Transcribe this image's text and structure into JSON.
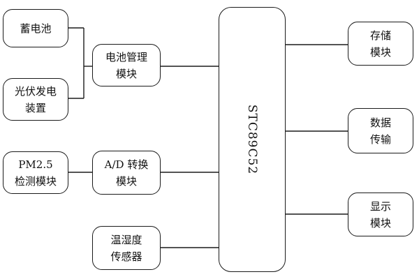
{
  "diagram": {
    "blocks": {
      "battery": "蓄电池",
      "pv": "光伏发电\n装置",
      "pm25": "PM2.5\n检测模块",
      "bms": "电池管理\n模块",
      "adc": "A/D 转换\n模块",
      "sensor": "温湿度\n传感器",
      "mcu": "STC89C52",
      "storage": "存储\n模块",
      "transfer": "数据\n传输",
      "display": "显示\n模块"
    }
  }
}
